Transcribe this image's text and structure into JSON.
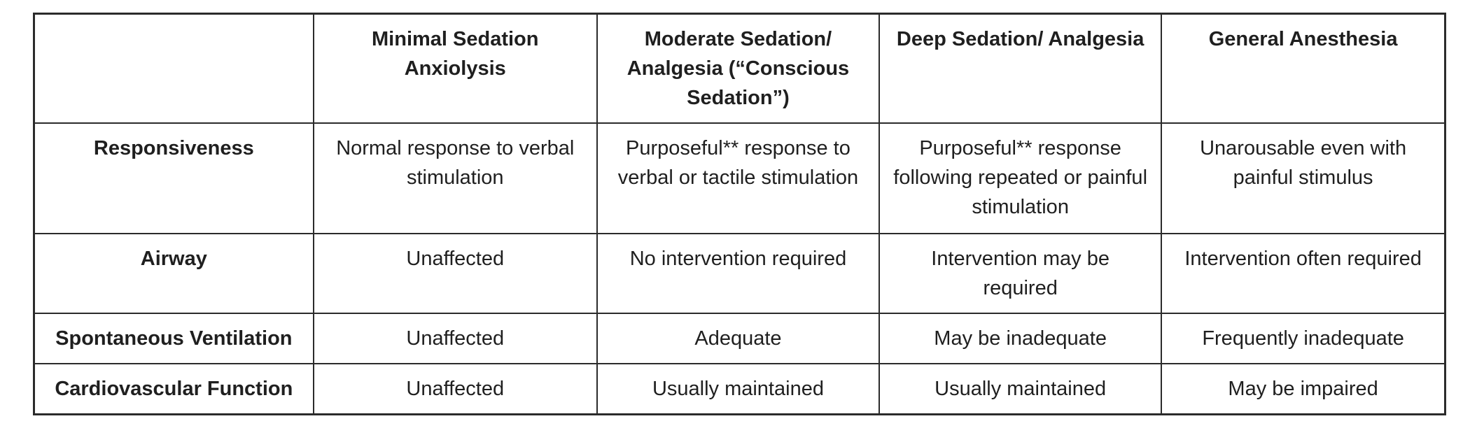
{
  "colors": {
    "border": "#2b2b2b",
    "text": "#1f1f1f",
    "background": "#ffffff"
  },
  "table": {
    "columns": [
      "",
      "Minimal Sedation Anxiolysis",
      "Moderate Sedation/ Analgesia (“Conscious Sedation”)",
      "Deep Sedation/ Analgesia",
      "General Anesthesia"
    ],
    "rows": [
      {
        "label": "Responsiveness",
        "cells": [
          "Normal response to verbal stimulation",
          "Purposeful** response to verbal or tactile stimulation",
          "Purposeful** response following repeated or painful stimulation",
          "Unarousable even with painful stimulus"
        ]
      },
      {
        "label": "Airway",
        "cells": [
          "Unaffected",
          "No intervention required",
          "Intervention may be required",
          "Intervention often required"
        ]
      },
      {
        "label": "Spontaneous Ventilation",
        "cells": [
          "Unaffected",
          "Adequate",
          "May be inadequate",
          "Frequently inadequate"
        ]
      },
      {
        "label": "Cardiovascular Function",
        "cells": [
          "Unaffected",
          "Usually maintained",
          "Usually maintained",
          "May be impaired"
        ]
      }
    ]
  }
}
